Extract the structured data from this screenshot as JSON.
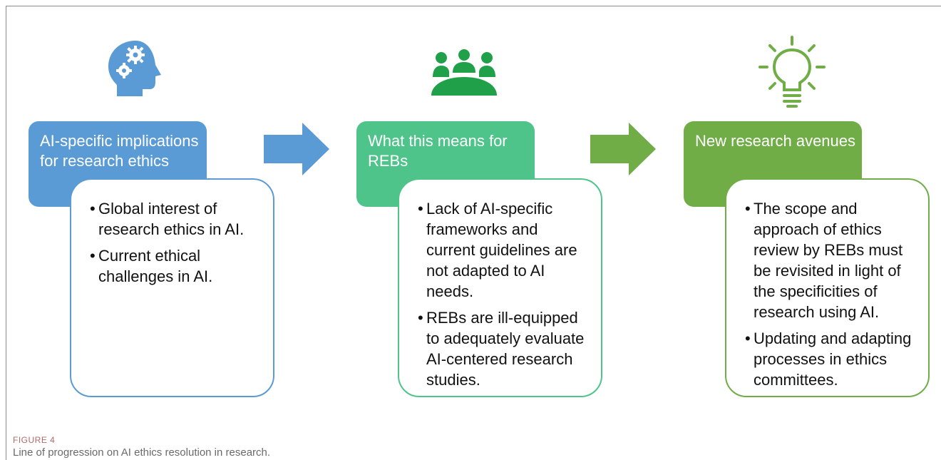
{
  "colors": {
    "blue": "#5b9bd5",
    "teal": "#4fc48a",
    "green": "#70ad47",
    "blue_border": "#5b9bd5",
    "teal_border": "#4fc48a",
    "green_border": "#70ad47",
    "green_icon": "#21a04a",
    "bulb": "#70ad47"
  },
  "stages": [
    {
      "icon": "head-gears-icon",
      "title": "AI-specific implications for research ethics",
      "bullets": [
        "Global interest of research ethics in AI.",
        "Current ethical challenges in AI."
      ]
    },
    {
      "icon": "people-group-icon",
      "title": "What this means for REBs",
      "bullets": [
        "Lack of AI-specific frameworks and current guidelines are not adapted to AI needs.",
        "REBs are ill-equipped to adequately evaluate AI-centered research studies."
      ]
    },
    {
      "icon": "lightbulb-icon",
      "title": "New research avenues",
      "bullets": [
        "The scope and approach of ethics review by REBs must be revisited in light of the specificities of research using AI.",
        "Updating and adapting processes in ethics committees."
      ]
    }
  ],
  "caption": {
    "label": "FIGURE 4",
    "text": "Line of progression on AI ethics resolution in research."
  }
}
